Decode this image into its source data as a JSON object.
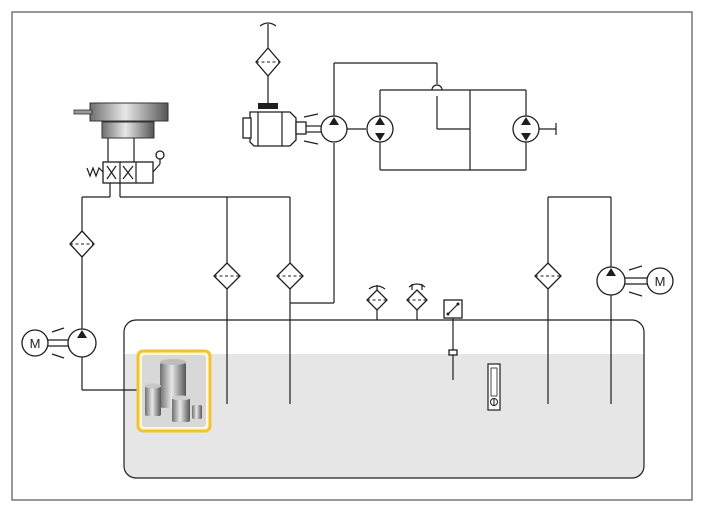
{
  "diagram": {
    "motor_left_label": "M",
    "motor_right_label": "M",
    "colors": {
      "line": "#1e1e1e",
      "frame": "#555555",
      "tank_fill": "#e6e6e6",
      "highlight_border": "#f2c230",
      "highlight_fill": "#fff7d6"
    },
    "icons": [
      "filter-icon",
      "pump-icon",
      "motor-icon",
      "hydraulic-cylinder-icon",
      "directional-valve-icon",
      "engine-icon",
      "breather-icon",
      "pressure-switch-icon",
      "level-gauge-icon",
      "filter-product-photo"
    ]
  }
}
